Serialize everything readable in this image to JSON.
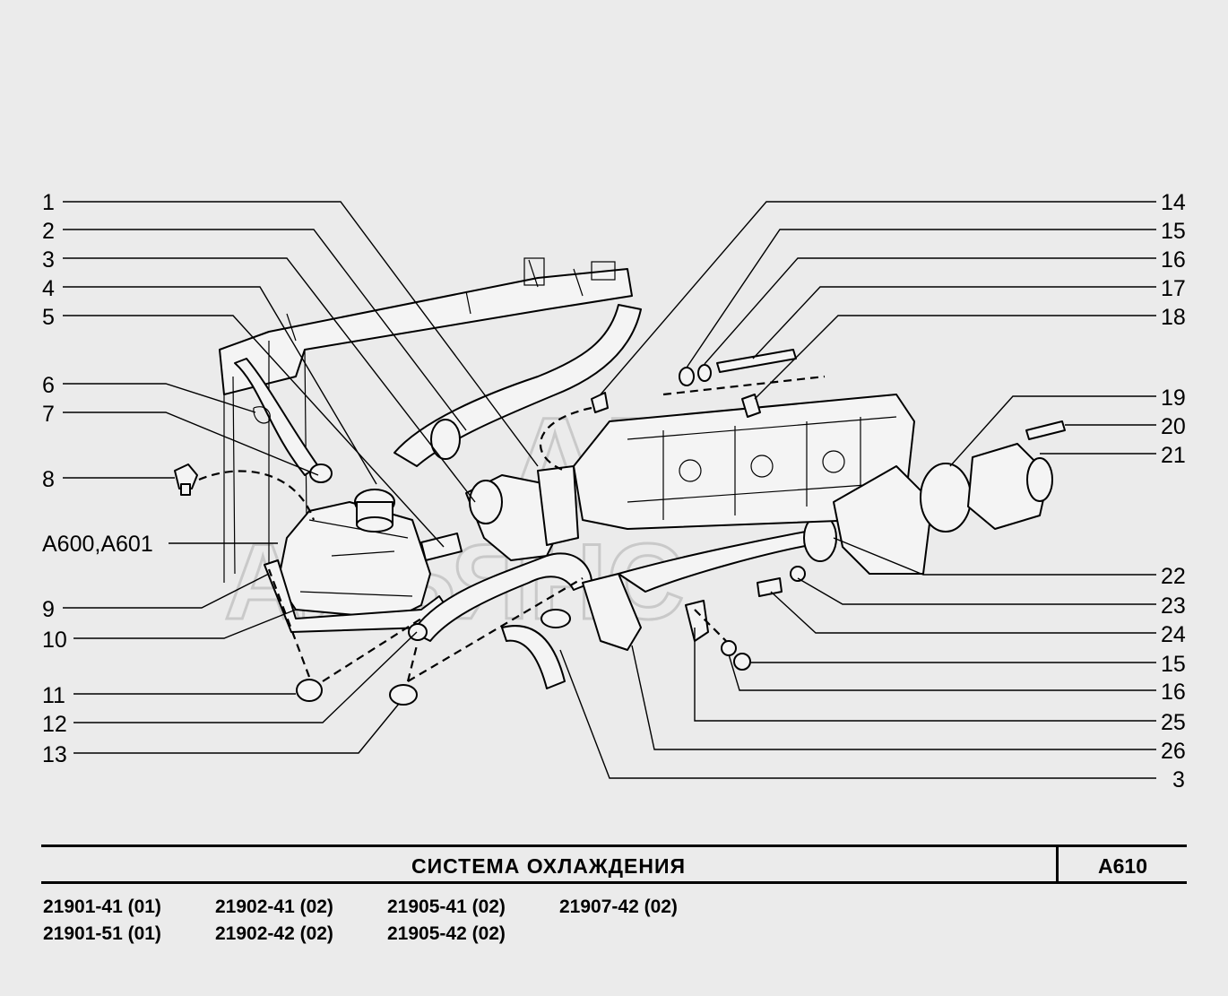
{
  "callouts_left": [
    "1",
    "2",
    "3",
    "4",
    "5",
    "6",
    "7",
    "8",
    "A600,A601",
    "9",
    "10",
    "11",
    "12",
    "13"
  ],
  "callouts_right": [
    "14",
    "15",
    "16",
    "17",
    "18",
    "19",
    "20",
    "21",
    "22",
    "23",
    "24",
    "15",
    "16",
    "25",
    "26",
    "3"
  ],
  "watermark": {
    "line1": "АВТО",
    "line2": "АЛЬЯНС"
  },
  "title": "СИСТЕМА  ОХЛАЖДЕНИЯ",
  "sheet_code": "А610",
  "models": [
    [
      "21901-41 (01)",
      "21901-51 (01)"
    ],
    [
      "21902-41 (02)",
      "21902-42 (02)"
    ],
    [
      "21905-41 (02)",
      "21905-42 (02)"
    ],
    [
      "21907-42 (02)"
    ]
  ]
}
